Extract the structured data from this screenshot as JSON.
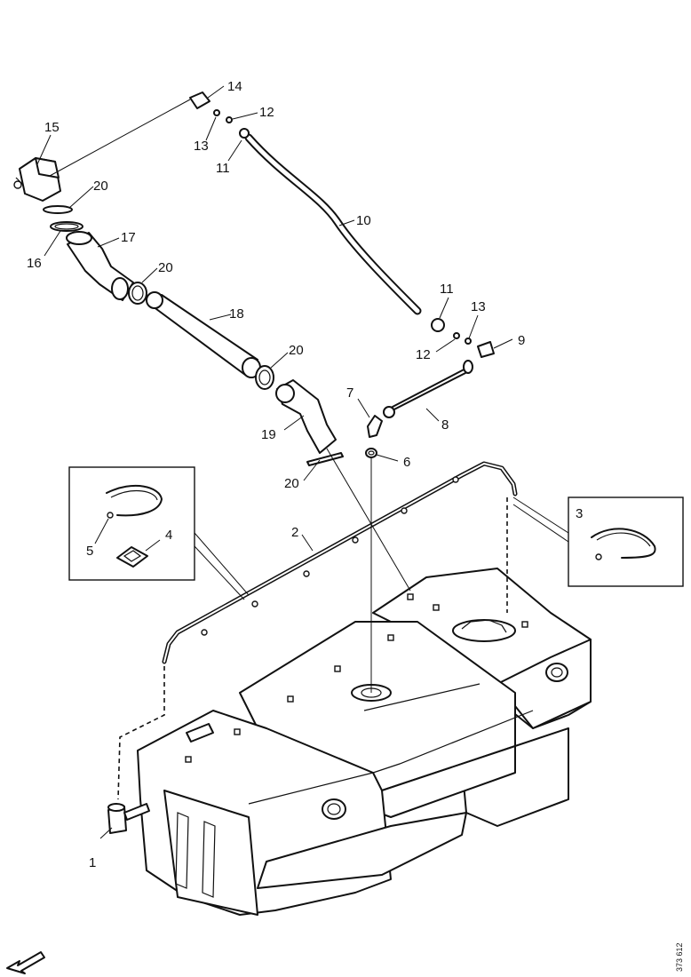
{
  "callouts": [
    {
      "id": "c1",
      "label": "1"
    },
    {
      "id": "c2",
      "label": "2"
    },
    {
      "id": "c3a",
      "label": "3"
    },
    {
      "id": "c4",
      "label": "4"
    },
    {
      "id": "c5",
      "label": "5"
    },
    {
      "id": "c6",
      "label": "6"
    },
    {
      "id": "c7",
      "label": "7"
    },
    {
      "id": "c8",
      "label": "8"
    },
    {
      "id": "c9",
      "label": "9"
    },
    {
      "id": "c10",
      "label": "10"
    },
    {
      "id": "c11a",
      "label": "11"
    },
    {
      "id": "c11b",
      "label": "11"
    },
    {
      "id": "c12a",
      "label": "12"
    },
    {
      "id": "c12b",
      "label": "12"
    },
    {
      "id": "c13a",
      "label": "13"
    },
    {
      "id": "c13b",
      "label": "13"
    },
    {
      "id": "c14",
      "label": "14"
    },
    {
      "id": "c15",
      "label": "15"
    },
    {
      "id": "c16",
      "label": "16"
    },
    {
      "id": "c17",
      "label": "17"
    },
    {
      "id": "c18",
      "label": "18"
    },
    {
      "id": "c19",
      "label": "19"
    },
    {
      "id": "c20a",
      "label": "20"
    },
    {
      "id": "c20b",
      "label": "20"
    },
    {
      "id": "c20c",
      "label": "20"
    },
    {
      "id": "c20d",
      "label": "20"
    }
  ],
  "drawing_number": "373 612",
  "direction_arrow_icon": "front-direction-arrow-icon"
}
